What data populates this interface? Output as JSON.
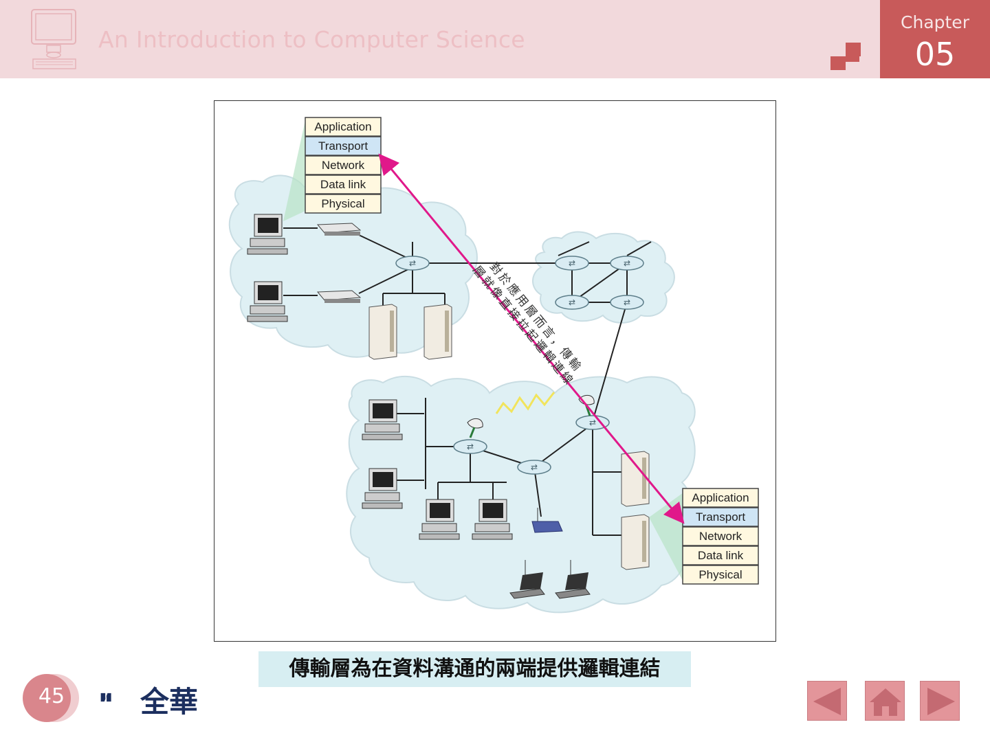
{
  "header": {
    "course_title": "An Introduction to Computer Science",
    "chapter_label": "Chapter",
    "chapter_number": "05"
  },
  "figure": {
    "stack_labels": [
      "Application",
      "Transport",
      "Network",
      "Data link",
      "Physical"
    ],
    "diagonal_note_line1": "對於應用層而言，傳輸",
    "diagonal_note_line2": "層就像直接拉起邏輯連線"
  },
  "caption": "傳輸層為在資料溝通的兩端提供邏輯連結",
  "footer": {
    "page_number": "45",
    "publisher_logo_text": "全華"
  },
  "nav": {
    "prev_icon": "triangle-left-icon",
    "home_icon": "home-icon",
    "next_icon": "triangle-right-icon"
  },
  "colors": {
    "header_bg": "#f2d9dc",
    "chapter_bg": "#c85a5a",
    "arrow": "#e0188a",
    "cloud": "#dff0f4",
    "nav_button": "#e3959a"
  }
}
